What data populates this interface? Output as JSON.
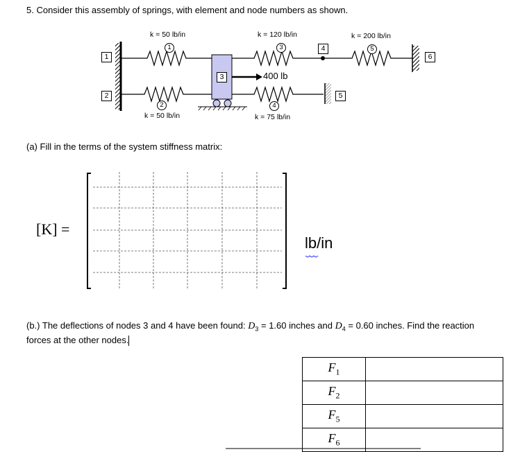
{
  "question": {
    "title": "5. Consider this assembly of springs, with element and node numbers as shown.",
    "part_a": "(a)  Fill in the terms of the system stiffness matrix:",
    "part_b_line1_prefix": "(b.) The deflections of nodes 3 and 4 have been found:",
    "d3_symbol": "D",
    "d3_sub": "3",
    "d3_value": "= 1.60 inches and",
    "d4_symbol": "D",
    "d4_sub": "4",
    "d4_value": "= 0.60 inches.  Find the reaction",
    "part_b_line2": "forces at the other nodes."
  },
  "figure": {
    "spring_labels": {
      "k1": "k = 50 lb/in",
      "k2": "k = 50 lb/in",
      "k3": "k = 120 lb/in",
      "k4": "k = 75 lb/in",
      "k5": "k = 200 lb/in"
    },
    "element_numbers": [
      "1",
      "2",
      "3",
      "4",
      "5"
    ],
    "node_numbers": [
      "1",
      "2",
      "3",
      "4",
      "5",
      "6"
    ],
    "load_label": "400 lb"
  },
  "matrix": {
    "label": "[K] =",
    "units": "lb/in",
    "rows": 6,
    "cols": 6
  },
  "reaction_table": {
    "rows": [
      {
        "symbol": "F",
        "sub": "1",
        "value": ""
      },
      {
        "symbol": "F",
        "sub": "2",
        "value": ""
      },
      {
        "symbol": "F",
        "sub": "5",
        "value": ""
      },
      {
        "symbol": "F",
        "sub": "6",
        "value": ""
      }
    ]
  }
}
